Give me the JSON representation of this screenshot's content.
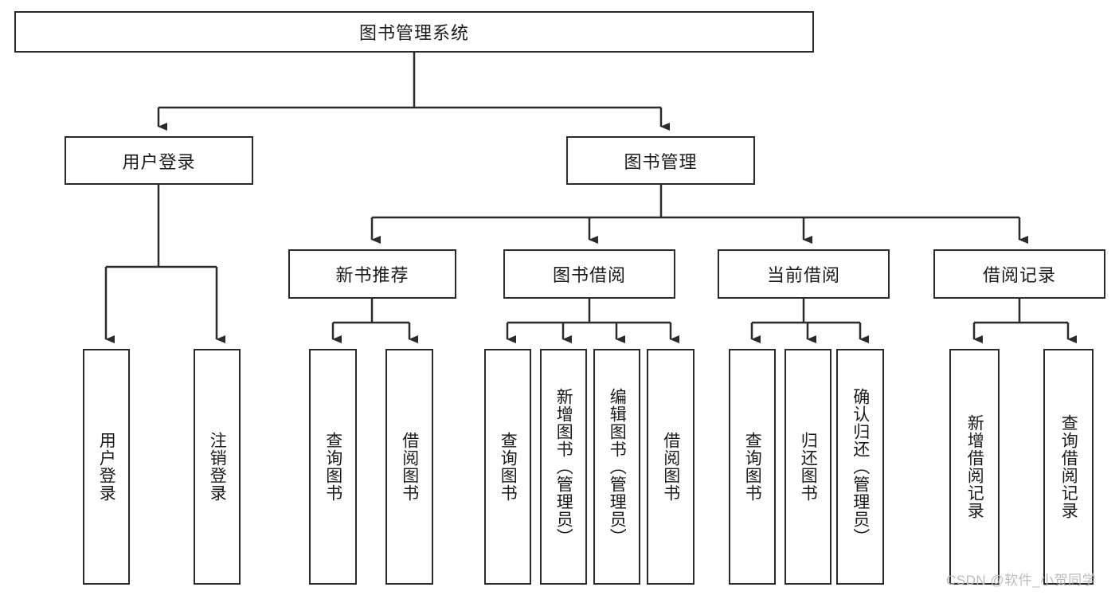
{
  "diagram": {
    "type": "tree-hierarchy",
    "title": "图书管理系统",
    "root": {
      "label": "图书管理系统"
    },
    "level2": [
      {
        "label": "用户登录"
      },
      {
        "label": "图书管理"
      }
    ],
    "level3": [
      {
        "label": "新书推荐"
      },
      {
        "label": "图书借阅"
      },
      {
        "label": "当前借阅"
      },
      {
        "label": "借阅记录"
      }
    ],
    "leaves": {
      "user_login": [
        {
          "label": "用户登录"
        },
        {
          "label": "注销登录"
        }
      ],
      "new_book_recommend": [
        {
          "label": "查询图书"
        },
        {
          "label": "借阅图书"
        }
      ],
      "book_borrow": [
        {
          "label": "查询图书"
        },
        {
          "label": "新增图书（管理员）"
        },
        {
          "label": "编辑图书（管理员）"
        },
        {
          "label": "借阅图书"
        }
      ],
      "current_borrow": [
        {
          "label": "查询图书"
        },
        {
          "label": "归还图书"
        },
        {
          "label": "确认归还（管理员）"
        }
      ],
      "borrow_record": [
        {
          "label": "新增借阅记录"
        },
        {
          "label": "查询借阅记录"
        }
      ]
    }
  },
  "watermark": {
    "text": "CSDN @软件_小贺同学"
  },
  "colors": {
    "stroke": "#2b2b2b",
    "background": "#ffffff",
    "text": "#1a1a1a",
    "watermark": "#b9bbbe"
  }
}
